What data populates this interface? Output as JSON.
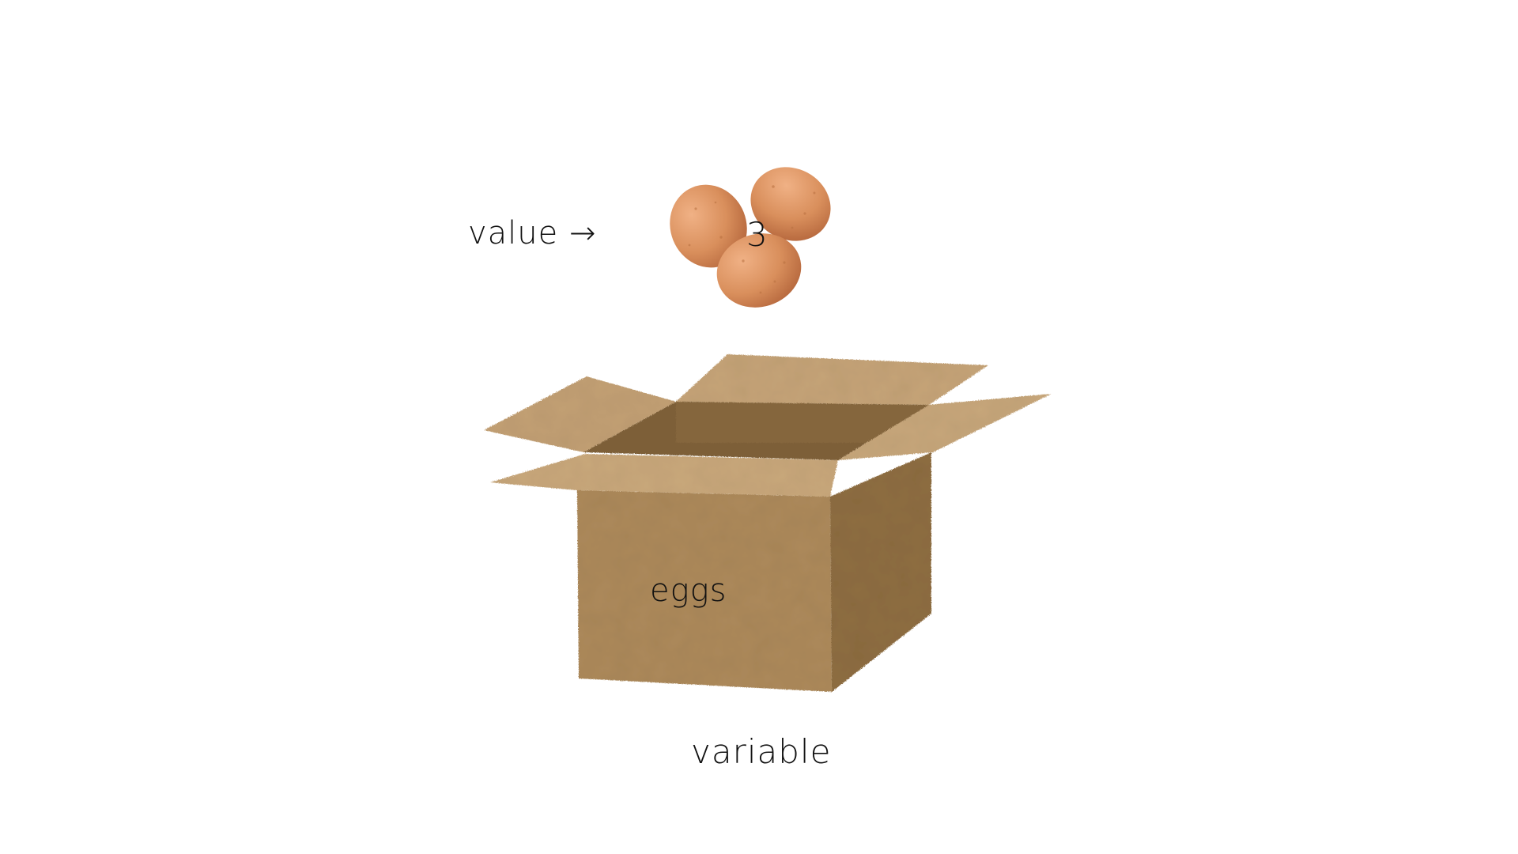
{
  "diagram": {
    "value_label": "value →",
    "value": "3",
    "box_label": "eggs",
    "caption": "variable",
    "egg_count": 3,
    "colors": {
      "background": "#ffffff",
      "egg": "#d98f5c",
      "egg_highlight": "#f0b185",
      "egg_shadow": "#b86a3f",
      "box_front": "#ad8a5c",
      "box_side": "#8f6e43",
      "box_flap": "#c6a478",
      "box_inside": "#7d5f37",
      "text": "#111111"
    }
  }
}
